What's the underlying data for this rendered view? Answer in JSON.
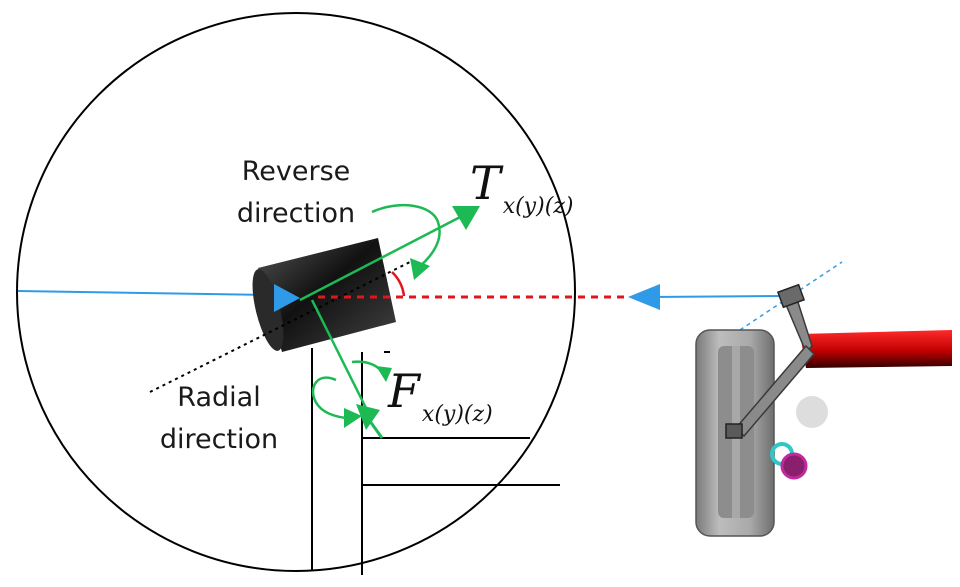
{
  "labels": {
    "reverse_line1": "Reverse",
    "reverse_line2": "direction",
    "radial_line1": "Radial",
    "radial_line2": "direction"
  },
  "math": {
    "torque_symbol": "T",
    "torque_subscript": "x(y)(z)",
    "force_symbol": "F",
    "force_subscript": "x(y)(z)"
  },
  "colors": {
    "green_arrow": "#1db954",
    "blue_line": "#2f9be8",
    "red_dashed": "#e0161b",
    "red_bar": "#e01010",
    "cylinder_dark": "#1a1a1a",
    "tire_gray": "#9a9a9a",
    "outline": "#000000"
  }
}
